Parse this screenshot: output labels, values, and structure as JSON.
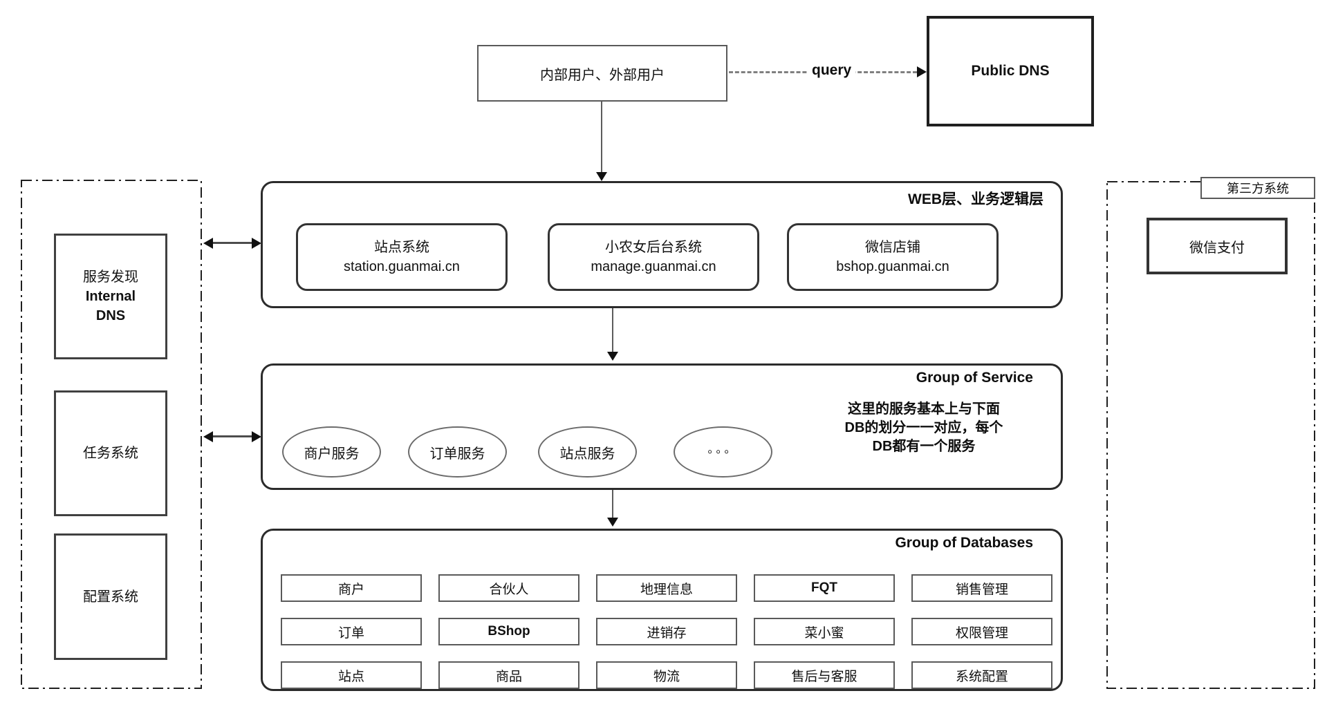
{
  "users": {
    "label": "内部用户、外部用户"
  },
  "query": {
    "label": "query"
  },
  "public_dns": {
    "label": "Public DNS"
  },
  "left_panel": {
    "service_discovery": {
      "line1": "服务发现",
      "line2": "Internal",
      "line3": "DNS"
    },
    "task_system": {
      "label": "任务系统"
    },
    "config_system": {
      "label": "配置系统"
    }
  },
  "web_layer": {
    "title": "WEB层、业务逻辑层",
    "systems": [
      {
        "name": "站点系统",
        "domain": "station.guanmai.cn"
      },
      {
        "name": "小农女后台系统",
        "domain": "manage.guanmai.cn"
      },
      {
        "name": "微信店铺",
        "domain": "bshop.guanmai.cn"
      }
    ]
  },
  "service_group": {
    "title": "Group of Service",
    "services": [
      "商户服务",
      "订单服务",
      "站点服务",
      "。。。"
    ],
    "note": {
      "line1": "这里的服务基本上与下面",
      "line2": "DB的划分一一对应，每个",
      "line3": "DB都有一个服务"
    }
  },
  "db_group": {
    "title": "Group of Databases",
    "rows": [
      [
        "商户",
        "合伙人",
        "地理信息",
        "FQT",
        "销售管理"
      ],
      [
        "订单",
        "BShop",
        "进销存",
        "菜小蜜",
        "权限管理"
      ],
      [
        "站点",
        "商品",
        "物流",
        "售后与客服",
        "系统配置"
      ]
    ]
  },
  "third_party": {
    "label": "第三方系统",
    "wechat_pay": "微信支付"
  },
  "colors": {
    "line": "#4d4d4d",
    "border_dark": "#1f1f1f",
    "border_mid": "#595959"
  }
}
